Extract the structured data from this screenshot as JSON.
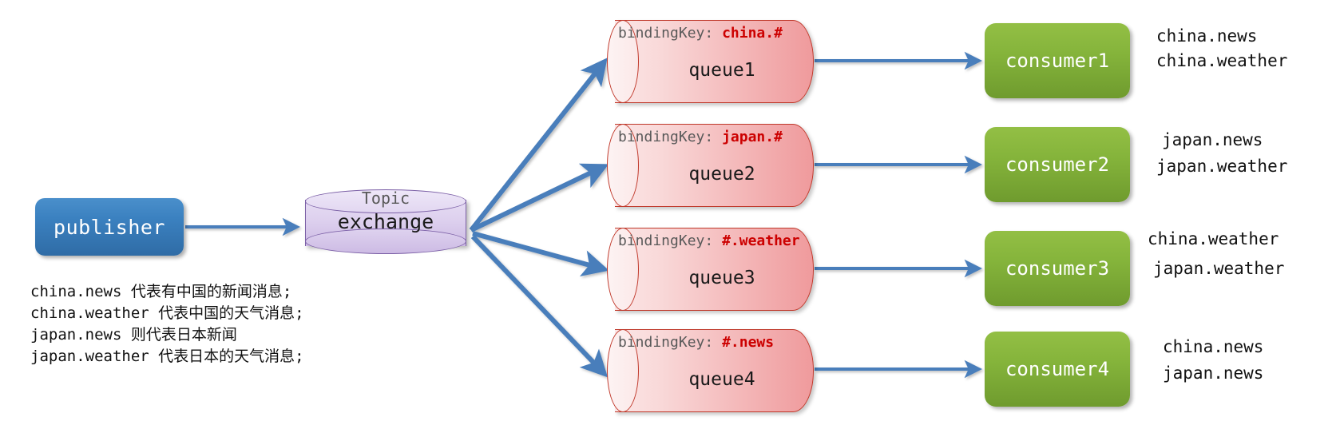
{
  "diagram": {
    "title": "RabbitMQ Topic Exchange routing",
    "colors": {
      "publisher": "#3b81c0",
      "exchange": "#cdbbe4",
      "exchange_border": "#7b5fa6",
      "queue": "#f4b9ba",
      "queue_border": "#c0392b",
      "consumer": "#85b43b",
      "arrow": "#4a7ebb",
      "binding_key_value": "#cc0000",
      "binding_key_label": "#595959"
    }
  },
  "publisher": {
    "label": "publisher"
  },
  "exchange": {
    "type_label": "Topic",
    "label": "exchange"
  },
  "queues": [
    {
      "binding_key_label": "bindingKey:",
      "binding_key_value": "china.#",
      "name": "queue1"
    },
    {
      "binding_key_label": "bindingKey:",
      "binding_key_value": "japan.#",
      "name": "queue2"
    },
    {
      "binding_key_label": "bindingKey:",
      "binding_key_value": "#.weather",
      "name": "queue3"
    },
    {
      "binding_key_label": "bindingKey:",
      "binding_key_value": "#.news",
      "name": "queue4"
    }
  ],
  "consumers": [
    {
      "label": "consumer1",
      "routing_keys": [
        "china.news",
        "china.weather"
      ]
    },
    {
      "label": "consumer2",
      "routing_keys": [
        "japan.news",
        "japan.weather"
      ]
    },
    {
      "label": "consumer3",
      "routing_keys": [
        "china.weather",
        "japan.weather"
      ]
    },
    {
      "label": "consumer4",
      "routing_keys": [
        "china.news",
        "japan.news"
      ]
    }
  ],
  "legend": {
    "lines": [
      "china.news 代表有中国的新闻消息;",
      "china.weather 代表中国的天气消息;",
      "japan.news 则代表日本新闻",
      "japan.weather 代表日本的天气消息;"
    ]
  }
}
